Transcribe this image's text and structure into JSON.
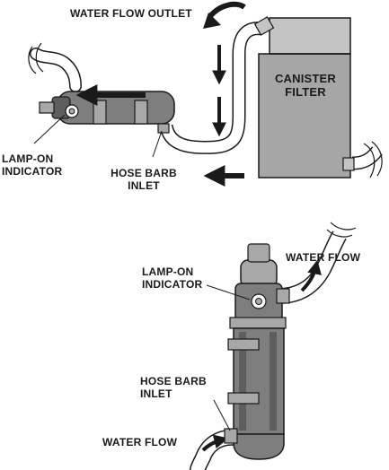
{
  "colors": {
    "ink": "#1a1a1a",
    "canister_fill": "#a6a6a6",
    "canister_top": "#c4c4c4",
    "sterilizer_fill": "#7e7e7e",
    "sterilizer_dark": "#5e5e5e",
    "sterilizer_light": "#a8a8a8",
    "hose": "#ffffff",
    "arrow": "#1a1a1a"
  },
  "top_diagram": {
    "label_outlet": "WATER FLOW OUTLET",
    "canister_line1": "CANISTER",
    "canister_line2": "FILTER",
    "lamp_line1": "LAMP-ON",
    "lamp_line2": "INDICATOR",
    "barb_line1": "HOSE BARB",
    "barb_line2": "INLET"
  },
  "bottom_diagram": {
    "lamp_line1": "LAMP-ON",
    "lamp_line2": "INDICATOR",
    "flow_top": "WATER FLOW",
    "barb_line1": "HOSE BARB",
    "barb_line2": "INLET",
    "flow_bottom": "WATER FLOW"
  },
  "icons": {
    "flow_arrows": "arrow-icon",
    "curved_arrows": "curved-arrow-icon"
  }
}
